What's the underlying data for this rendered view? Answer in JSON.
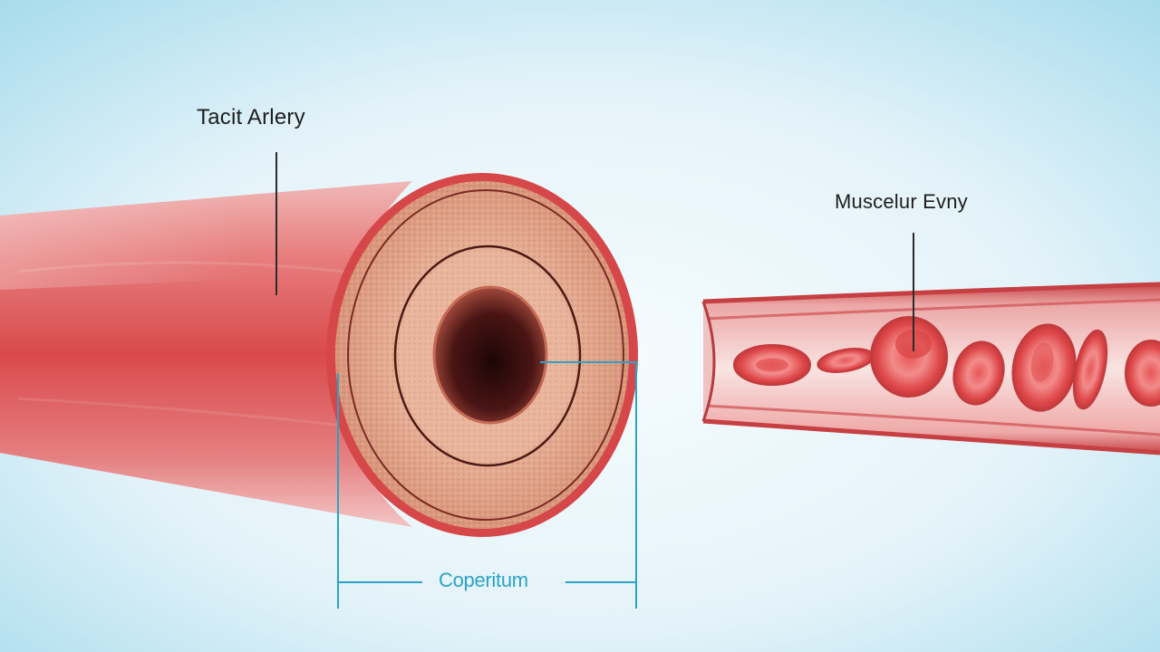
{
  "labels": {
    "artery": "Tacit Arlery",
    "vein": "Muscelur Evny",
    "dimension": "Coperitum"
  },
  "colors": {
    "background_center": "#f4fbfd",
    "background_edge": "#9fd8ea",
    "vessel_red": "#d94a4c",
    "tissue": "#dd9c80",
    "dimension_line": "#2aa3c7",
    "leader_line": "#2b2b2b"
  },
  "icons": {
    "artery_cross_section": "artery-cross-section-icon",
    "vein_tube": "vein-tube-icon",
    "red_blood_cell": "red-blood-cell-icon"
  }
}
